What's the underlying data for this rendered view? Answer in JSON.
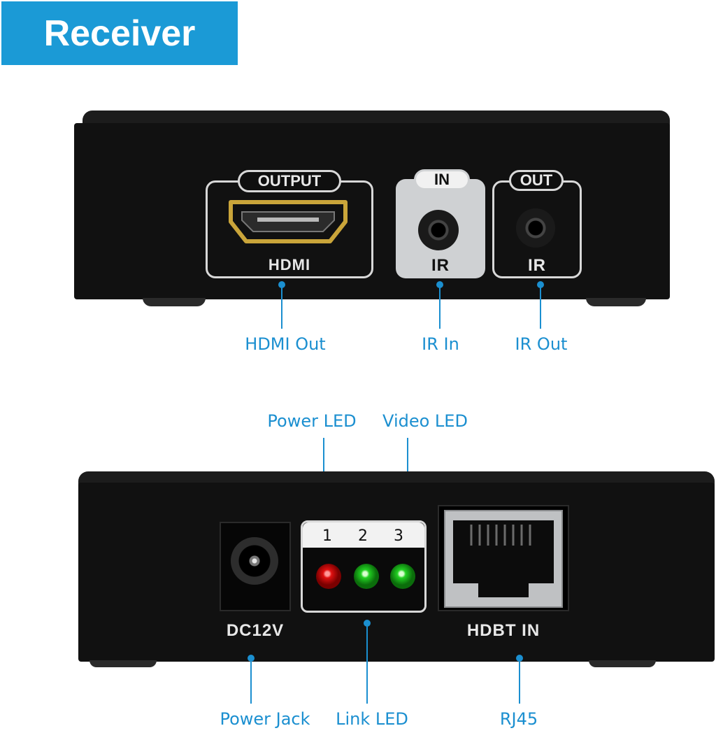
{
  "banner": {
    "title": "Receiver"
  },
  "top_panel": {
    "output_label": "OUTPUT",
    "hdmi_label": "HDMI",
    "in_label": "IN",
    "ir_in_label": "IR",
    "out_label": "OUT",
    "ir_out_label": "IR"
  },
  "top_callouts": {
    "hdmi_out": "HDMI Out",
    "ir_in": "IR In",
    "ir_out": "IR Out"
  },
  "bottom_panel": {
    "dc_label": "DC12V",
    "led_numbers": [
      "1",
      "2",
      "3"
    ],
    "hdbt_label": "HDBT IN"
  },
  "bottom_callouts": {
    "power_led": "Power LED",
    "video_led": "Video LED",
    "power_jack": "Power Jack",
    "link_led": "Link LED",
    "rj45": "RJ45"
  },
  "colors": {
    "accent": "#1b9ad6",
    "callout": "#1b8fd0",
    "led_power": "#e01010",
    "led_link": "#22d022"
  }
}
